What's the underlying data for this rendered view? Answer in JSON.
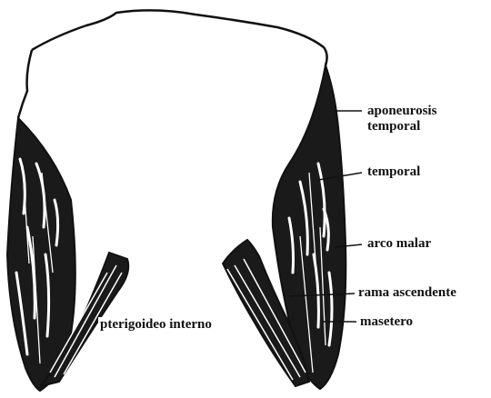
{
  "labels": {
    "aponeurosis_line1": "aponeurosis",
    "aponeurosis_line2": "temporal",
    "temporal": "temporal",
    "arco_malar": "arco malar",
    "rama_ascendente": "rama ascendente",
    "masetero": "masetero",
    "pterigoideo_interno": "pterigoideo interno"
  },
  "colors": {
    "ink": "#111111",
    "paper": "#ffffff"
  }
}
